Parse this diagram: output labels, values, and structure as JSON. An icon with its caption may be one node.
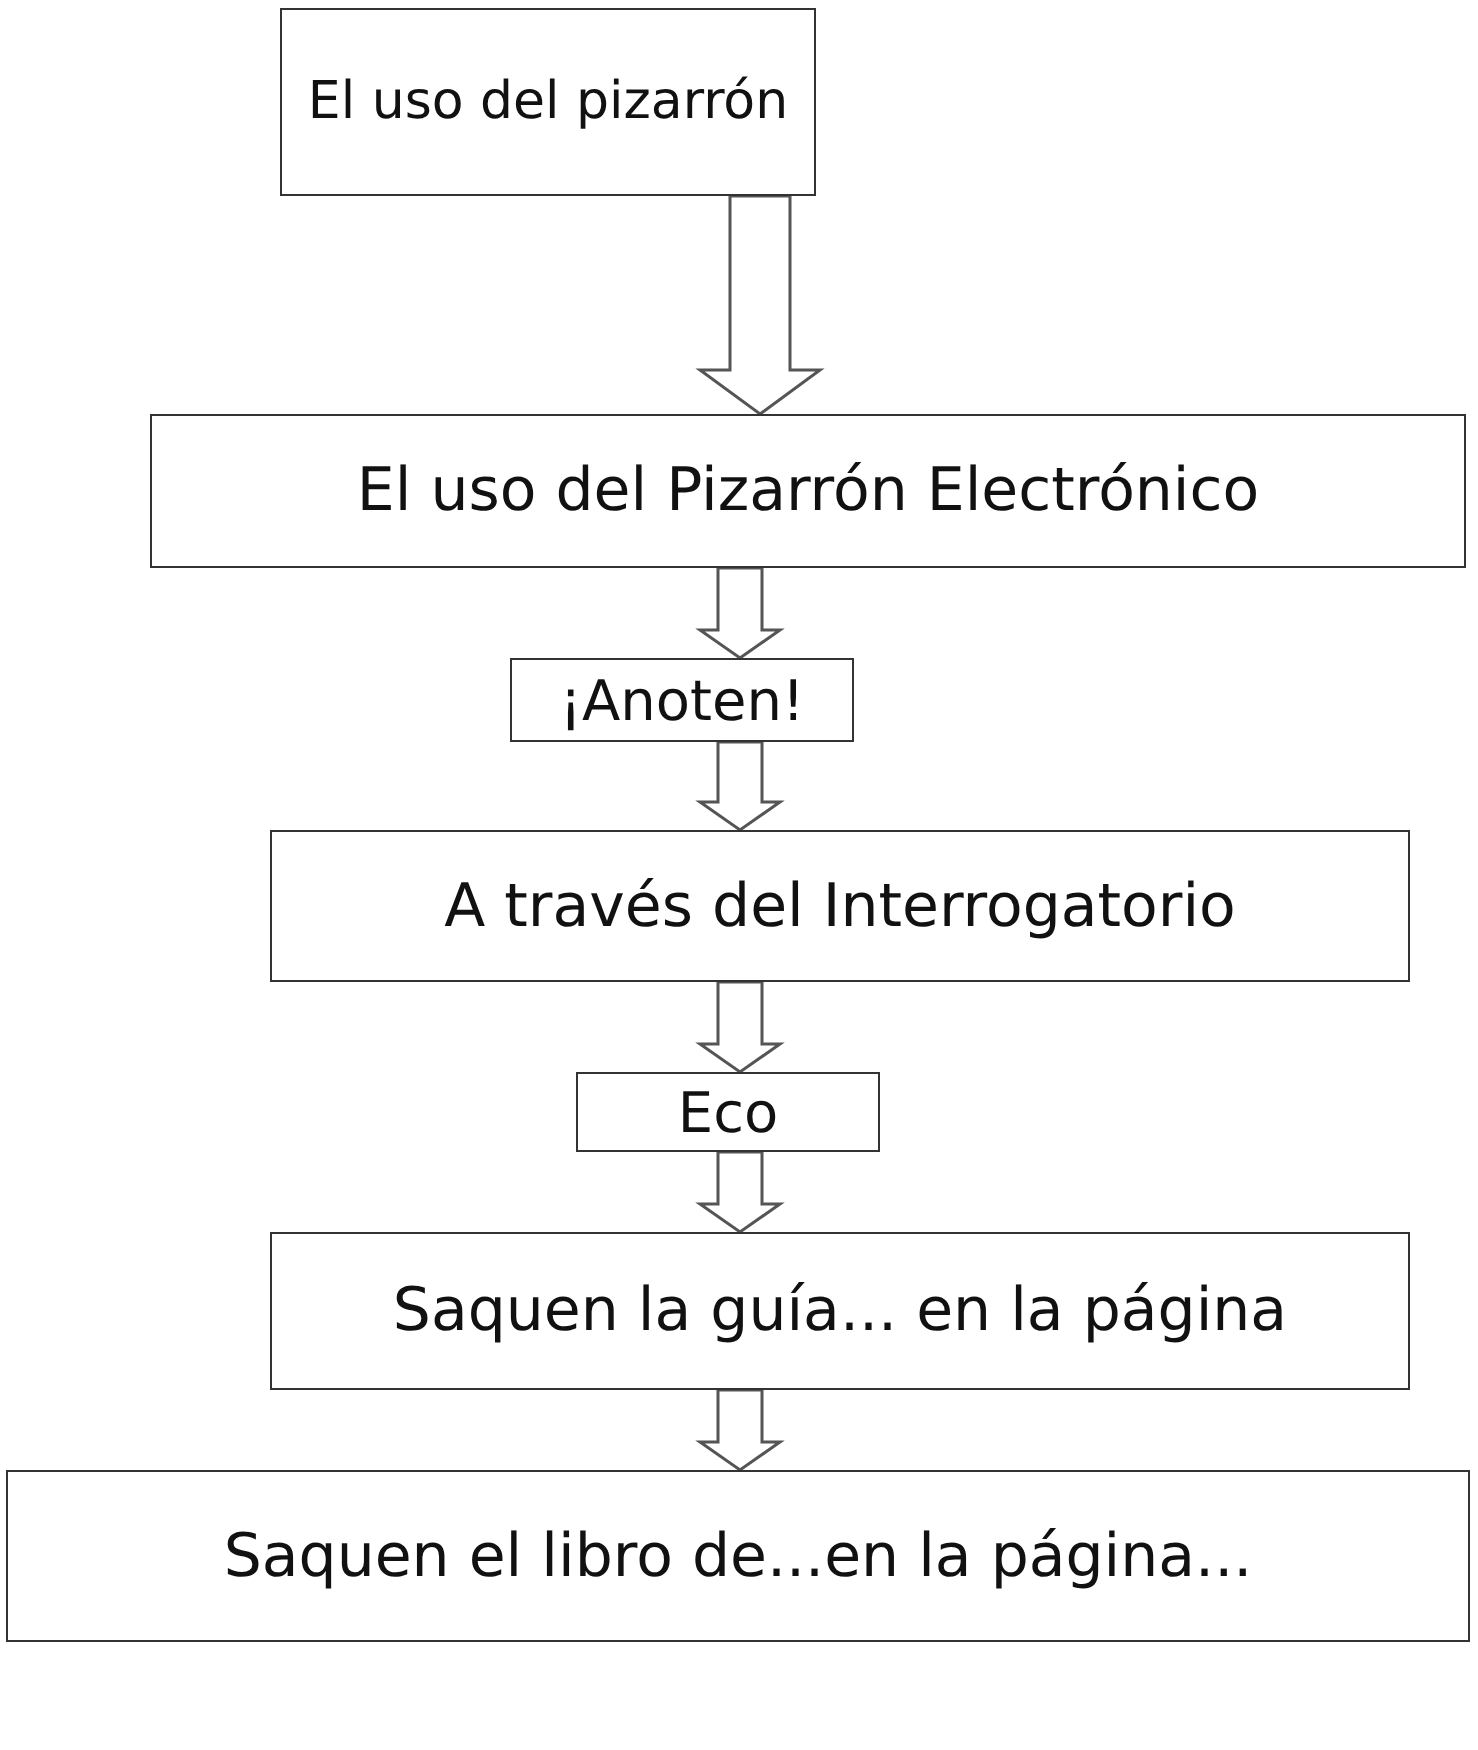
{
  "diagram": {
    "nodes": [
      {
        "text": [
          "El uso del pizarrón"
        ]
      },
      {
        "text": [
          "El uso del Pizarrón Electrónico"
        ]
      },
      {
        "text": [
          "¡Anoten!"
        ]
      },
      {
        "text": [
          "A través del Interrogatorio"
        ]
      },
      {
        "text": [
          "Eco"
        ]
      },
      {
        "text": [
          "Saquen la guía... en la página"
        ]
      },
      {
        "text": [
          "Saquen el libro de...en la página..."
        ]
      }
    ],
    "edges": [
      {
        "from": 0,
        "to": 1,
        "arrow": "to",
        "style": "thick"
      },
      {
        "from": 1,
        "to": 2,
        "arrow": "to",
        "style": "thick"
      },
      {
        "from": 2,
        "to": 3,
        "arrow": "to",
        "style": "thick"
      },
      {
        "from": 3,
        "to": 4,
        "arrow": "to",
        "style": "thick"
      },
      {
        "from": 4,
        "to": 5,
        "arrow": "to",
        "style": "thick"
      },
      {
        "from": 5,
        "to": 6,
        "arrow": "to",
        "style": "thick"
      }
    ]
  }
}
